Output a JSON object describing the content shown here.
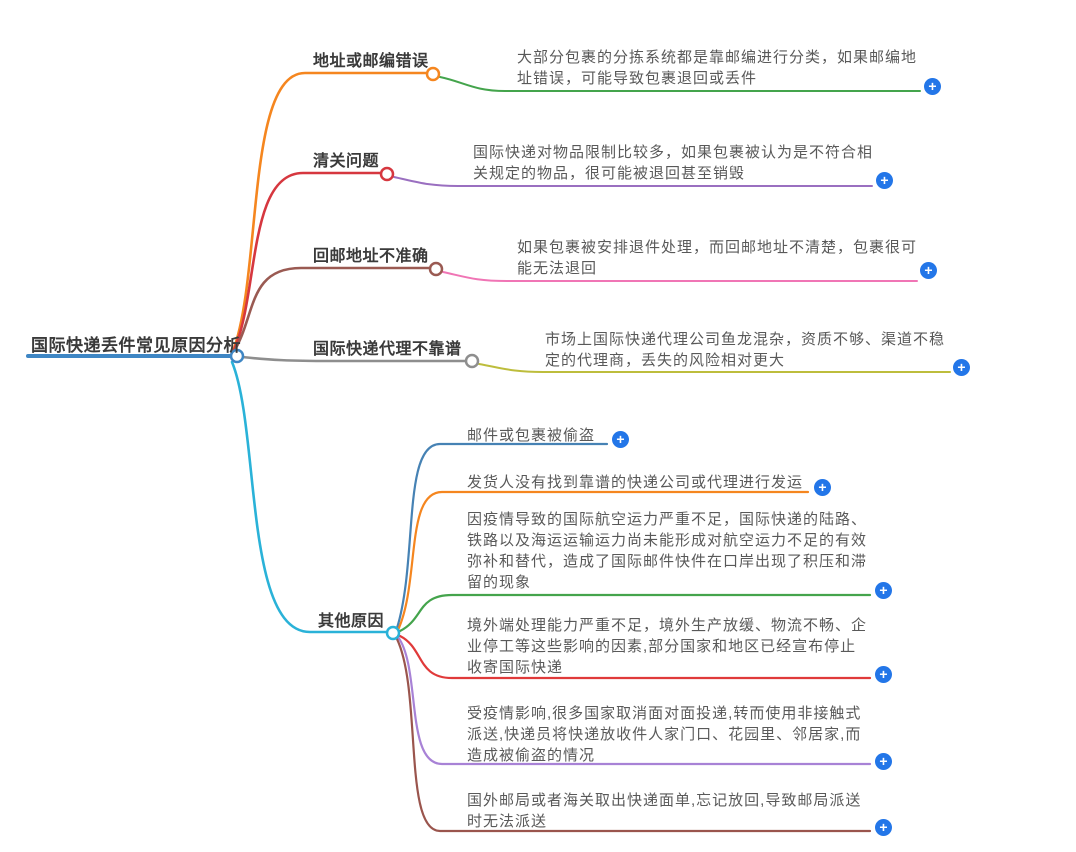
{
  "mindmap": {
    "root": {
      "label": "国际快递丢件常见原因分析"
    },
    "branches": [
      {
        "label": "地址或邮编错误",
        "desc": "大部分包裹的分拣系统都是靠邮编进行分类，如果邮编地\n址错误，可能导致包裹退回或丢件"
      },
      {
        "label": "清关问题",
        "desc": "国际快递对物品限制比较多，如果包裹被认为是不符合相\n关规定的物品，很可能被退回甚至销毁"
      },
      {
        "label": "回邮地址不准确",
        "desc": "如果包裹被安排退件处理，而回邮地址不清楚，包裹很可\n能无法退回"
      },
      {
        "label": "国际快递代理不靠谱",
        "desc": "市场上国际快递代理公司鱼龙混杂，资质不够、渠道不稳\n定的代理商，丢失的风险相对更大"
      },
      {
        "label": "其他原因",
        "children": [
          "邮件或包裹被偷盗",
          "发货人没有找到靠谱的快递公司或代理进行发运",
          "因疫情导致的国际航空运力严重不足，国际快递的陆路、\n铁路以及海运运输运力尚未能形成对航空运力不足的有效\n弥补和替代，造成了国际邮件快件在口岸出现了积压和滞\n留的现象",
          "境外端处理能力严重不足，境外生产放缓、物流不畅、企\n业停工等这些影响的因素,部分国家和地区已经宣布停止\n收寄国际快递",
          "受疫情影响,很多国家取消面对面投递,转而使用非接触式\n派送,快递员将快递放收件人家门口、花园里、邻居家,而\n造成被偷盗的情况",
          "国外邮局或者海关取出快递面单,忘记放回,导致邮局派送\n时无法派送"
        ]
      }
    ],
    "plus_icon": "+",
    "colors": {
      "root_line": "#3e86c4",
      "branch1": "#f5861f",
      "branch2": "#d6373f",
      "branch3": "#9a5a52",
      "branch4": "#8e8e8e",
      "branch5": "#2ab2d8",
      "desc1_line": "#44a44c",
      "desc2_line": "#9a6fc0",
      "desc3_line": "#f075b5",
      "desc4_line": "#bdbd3c",
      "child1_line": "#4682b4",
      "child2_line": "#f5861f",
      "child3_line": "#44a44c",
      "child4_line": "#e03a3a",
      "child5_line": "#a882d6",
      "child6_line": "#9a554d",
      "plus_bg": "#2376e8",
      "label_text": "#3a3a3a",
      "desc_text": "#595959"
    }
  }
}
